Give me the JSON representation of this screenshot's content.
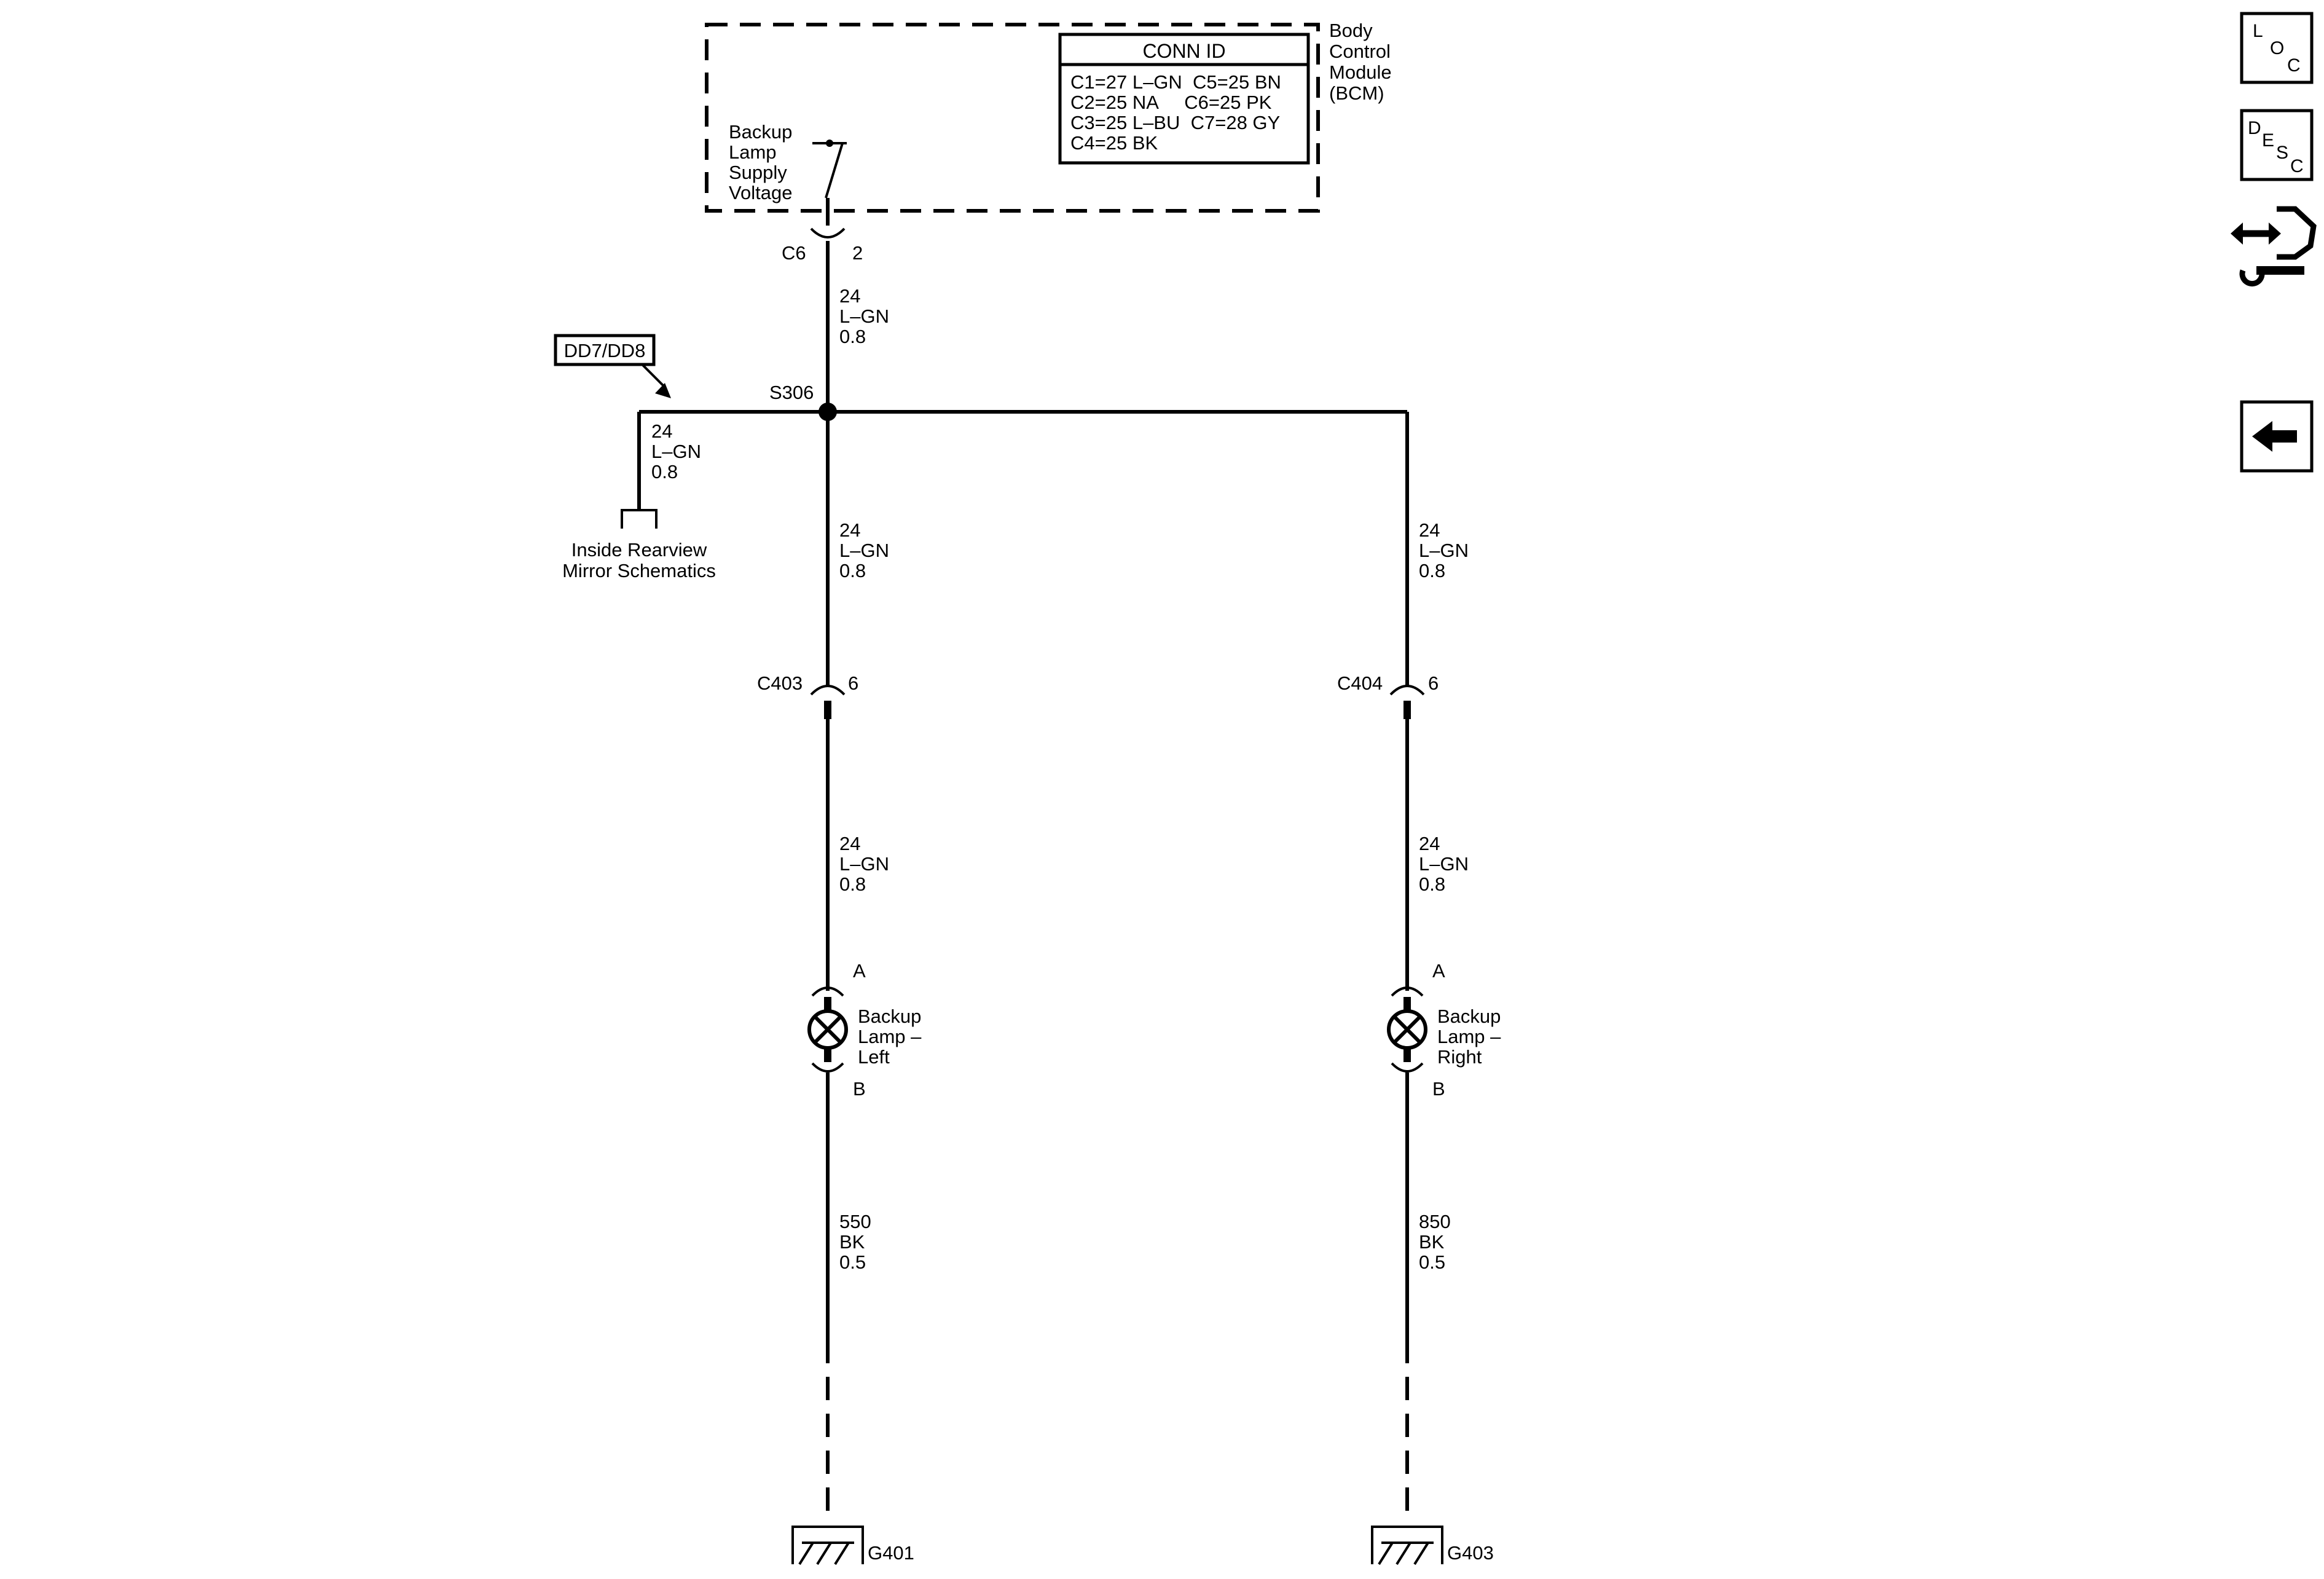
{
  "module": {
    "name_lines": [
      "Body",
      "Control",
      "Module",
      "(BCM)"
    ],
    "conn_id_title": "CONN ID",
    "conn_id_rows": [
      "C1=27 L–GN  C5=25 BN",
      "C2=25 NA     C6=25 PK",
      "C3=25 L–BU  C7=28 GY",
      "C4=25 BK"
    ],
    "output_label_lines": [
      "Backup",
      "Lamp",
      "Supply",
      "Voltage"
    ]
  },
  "connectors": {
    "bcm": {
      "id": "C6",
      "pin": "2"
    },
    "left": {
      "id": "C403",
      "pin": "6"
    },
    "right": {
      "id": "C404",
      "pin": "6"
    }
  },
  "splice": {
    "id": "S306"
  },
  "option_tag": "DD7/DD8",
  "wires": {
    "bcm_to_splice": [
      "24",
      "L–GN",
      "0.8"
    ],
    "mirror_branch": [
      "24",
      "L–GN",
      "0.8"
    ],
    "splice_to_c403": [
      "24",
      "L–GN",
      "0.8"
    ],
    "splice_to_c404": [
      "24",
      "L–GN",
      "0.8"
    ],
    "c403_to_lamp_left": [
      "24",
      "L–GN",
      "0.8"
    ],
    "c404_to_lamp_right": [
      "24",
      "L–GN",
      "0.8"
    ],
    "lamp_left_to_ground": [
      "550",
      "BK",
      "0.5"
    ],
    "lamp_right_to_ground": [
      "850",
      "BK",
      "0.5"
    ]
  },
  "mirror_ref_lines": [
    "Inside Rearview",
    "Mirror Schematics"
  ],
  "lamps": {
    "left": {
      "name_lines": [
        "Backup",
        "Lamp –",
        "Left"
      ],
      "pin_a": "A",
      "pin_b": "B"
    },
    "right": {
      "name_lines": [
        "Backup",
        "Lamp –",
        "Right"
      ],
      "pin_a": "A",
      "pin_b": "B"
    }
  },
  "grounds": {
    "left": "G401",
    "right": "G403"
  },
  "side_buttons": {
    "loc": [
      "L",
      "O",
      "C"
    ],
    "desc": [
      "D",
      "E",
      "S",
      "C"
    ],
    "icons": [
      "connector-end-view-icon",
      "back-arrow-icon"
    ]
  }
}
